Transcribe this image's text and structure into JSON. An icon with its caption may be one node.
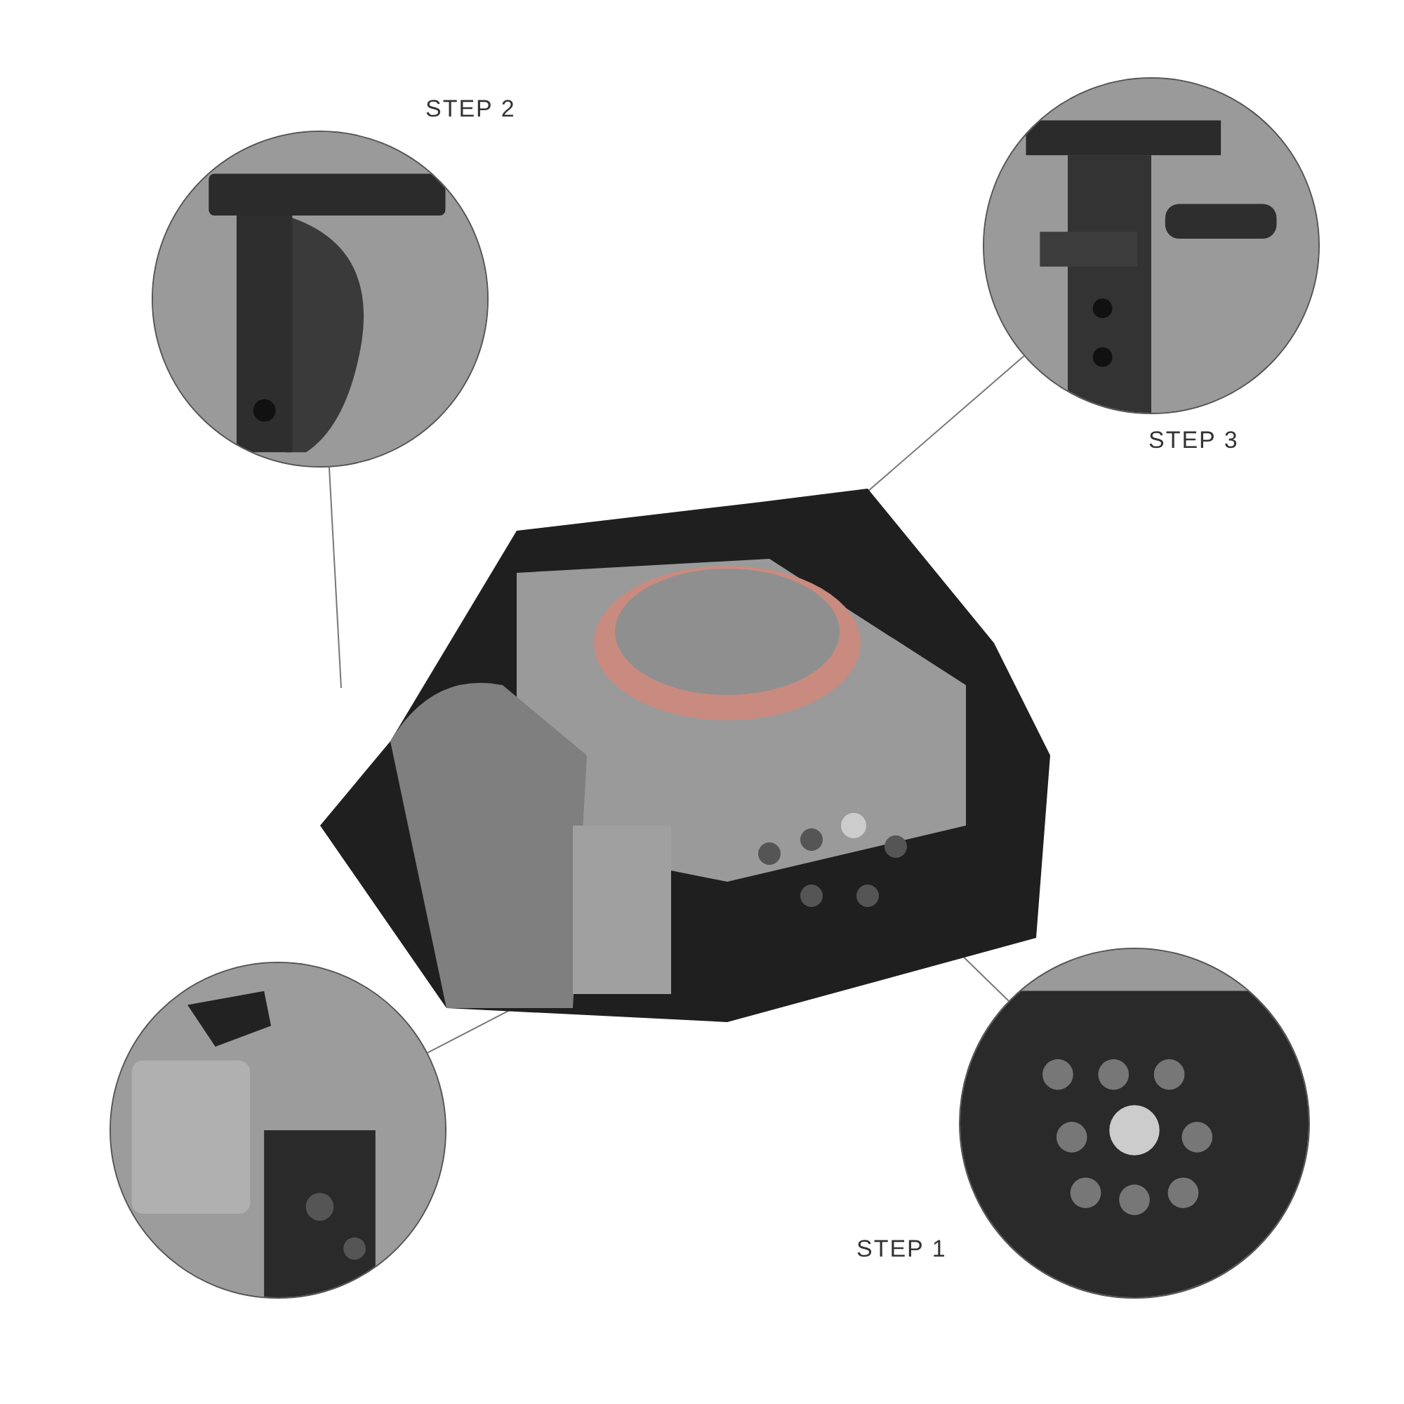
{
  "diagram": {
    "nodes": [
      {
        "text": [],
        "shape": "picture"
      },
      {
        "text": [],
        "shape": "picture",
        "beside": [
          "STEP 2"
        ]
      },
      {
        "text": [],
        "shape": "picture",
        "beside": [
          "STEP 3"
        ]
      },
      {
        "text": [],
        "shape": "picture"
      },
      {
        "text": [],
        "shape": "picture",
        "beside": [
          "STEP 1"
        ]
      }
    ],
    "edges": [
      {
        "from": 1,
        "to": 0,
        "arrow": "none"
      },
      {
        "from": 2,
        "to": 0,
        "arrow": "none"
      },
      {
        "from": 3,
        "to": 0,
        "arrow": "none"
      },
      {
        "from": 4,
        "to": 0,
        "arrow": "none"
      }
    ]
  }
}
